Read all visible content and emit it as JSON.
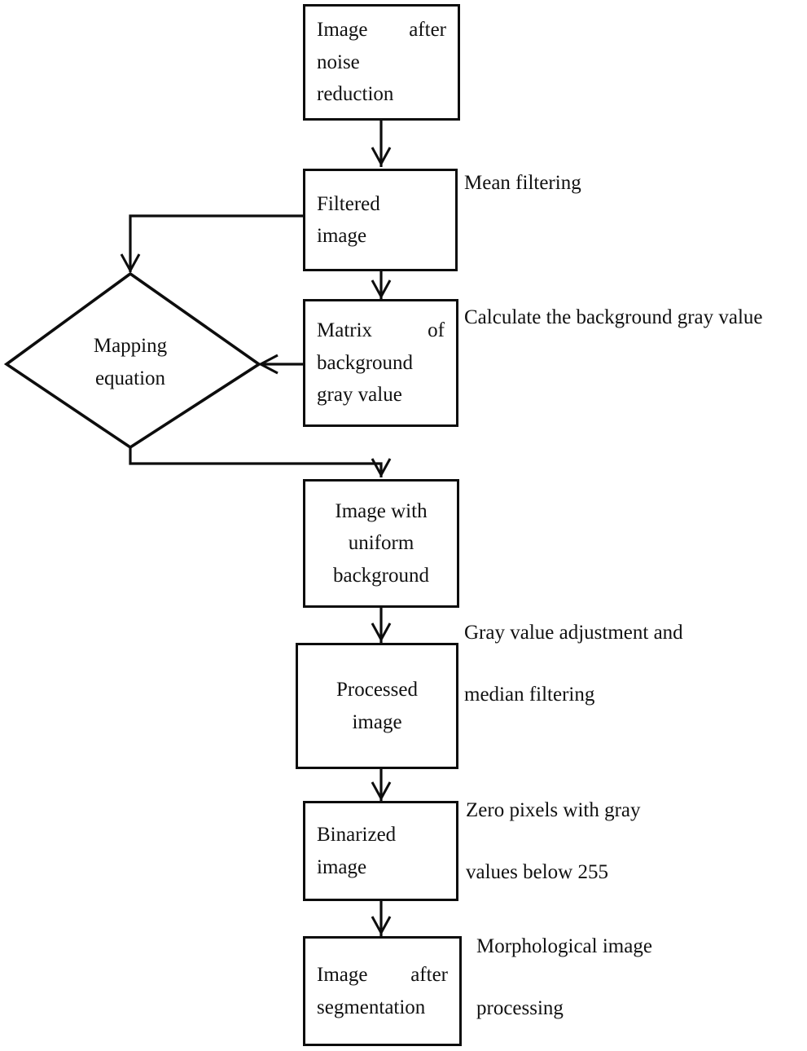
{
  "diagram": {
    "title": "Image processing flowchart",
    "stroke_color": "#0d0d0d",
    "background_color": "#ffffff",
    "nodes": [
      {
        "id": "noise",
        "shape": "rect",
        "text": "Image after noise reduction"
      },
      {
        "id": "filtered",
        "shape": "rect",
        "text": "Filtered image"
      },
      {
        "id": "mapping",
        "shape": "diamond",
        "text": "Mapping equation"
      },
      {
        "id": "matrix",
        "shape": "rect",
        "text": "Matrix of background gray value"
      },
      {
        "id": "uniform",
        "shape": "rect",
        "text": "Image with uniform background"
      },
      {
        "id": "processed",
        "shape": "rect",
        "text": "Processed image"
      },
      {
        "id": "binarized",
        "shape": "rect",
        "text": "Binarized image"
      },
      {
        "id": "segmented",
        "shape": "rect",
        "text": "Image after segmentation"
      }
    ],
    "edge_labels": [
      {
        "id": "mean-filtering",
        "text": "Mean filtering"
      },
      {
        "id": "calculate-bg",
        "text": "Calculate the background gray value"
      },
      {
        "id": "gray-adjust",
        "text": "Gray value adjustment and median filtering"
      },
      {
        "id": "zero-pixels",
        "text": "Zero pixels with gray values below 255"
      },
      {
        "id": "morphological",
        "text": "Morphological image processing"
      }
    ],
    "node_lines": {
      "noise": [
        "Image    after",
        "noise",
        "reduction"
      ],
      "filtered": [
        "Filtered",
        "image"
      ],
      "mapping": [
        "Mapping",
        "equation"
      ],
      "matrix": [
        "Matrix       of",
        "background",
        "gray value"
      ],
      "uniform": [
        "Image with",
        "uniform",
        "background"
      ],
      "processed": [
        "Processed",
        "image"
      ],
      "binarized": [
        "Binarized",
        "image"
      ],
      "segmented": [
        "Image    after",
        "segmentation"
      ]
    },
    "label_lines": {
      "mean-filtering": [
        "Mean filtering"
      ],
      "calculate-bg": [
        "Calculate the background gray value"
      ],
      "gray-adjust": [
        "Gray  value  adjustment  and",
        "median filtering"
      ],
      "zero-pixels": [
        "Zero   pixels   with   gray",
        "values below 255"
      ],
      "morphological": [
        "Morphological     image",
        "processing"
      ]
    }
  }
}
